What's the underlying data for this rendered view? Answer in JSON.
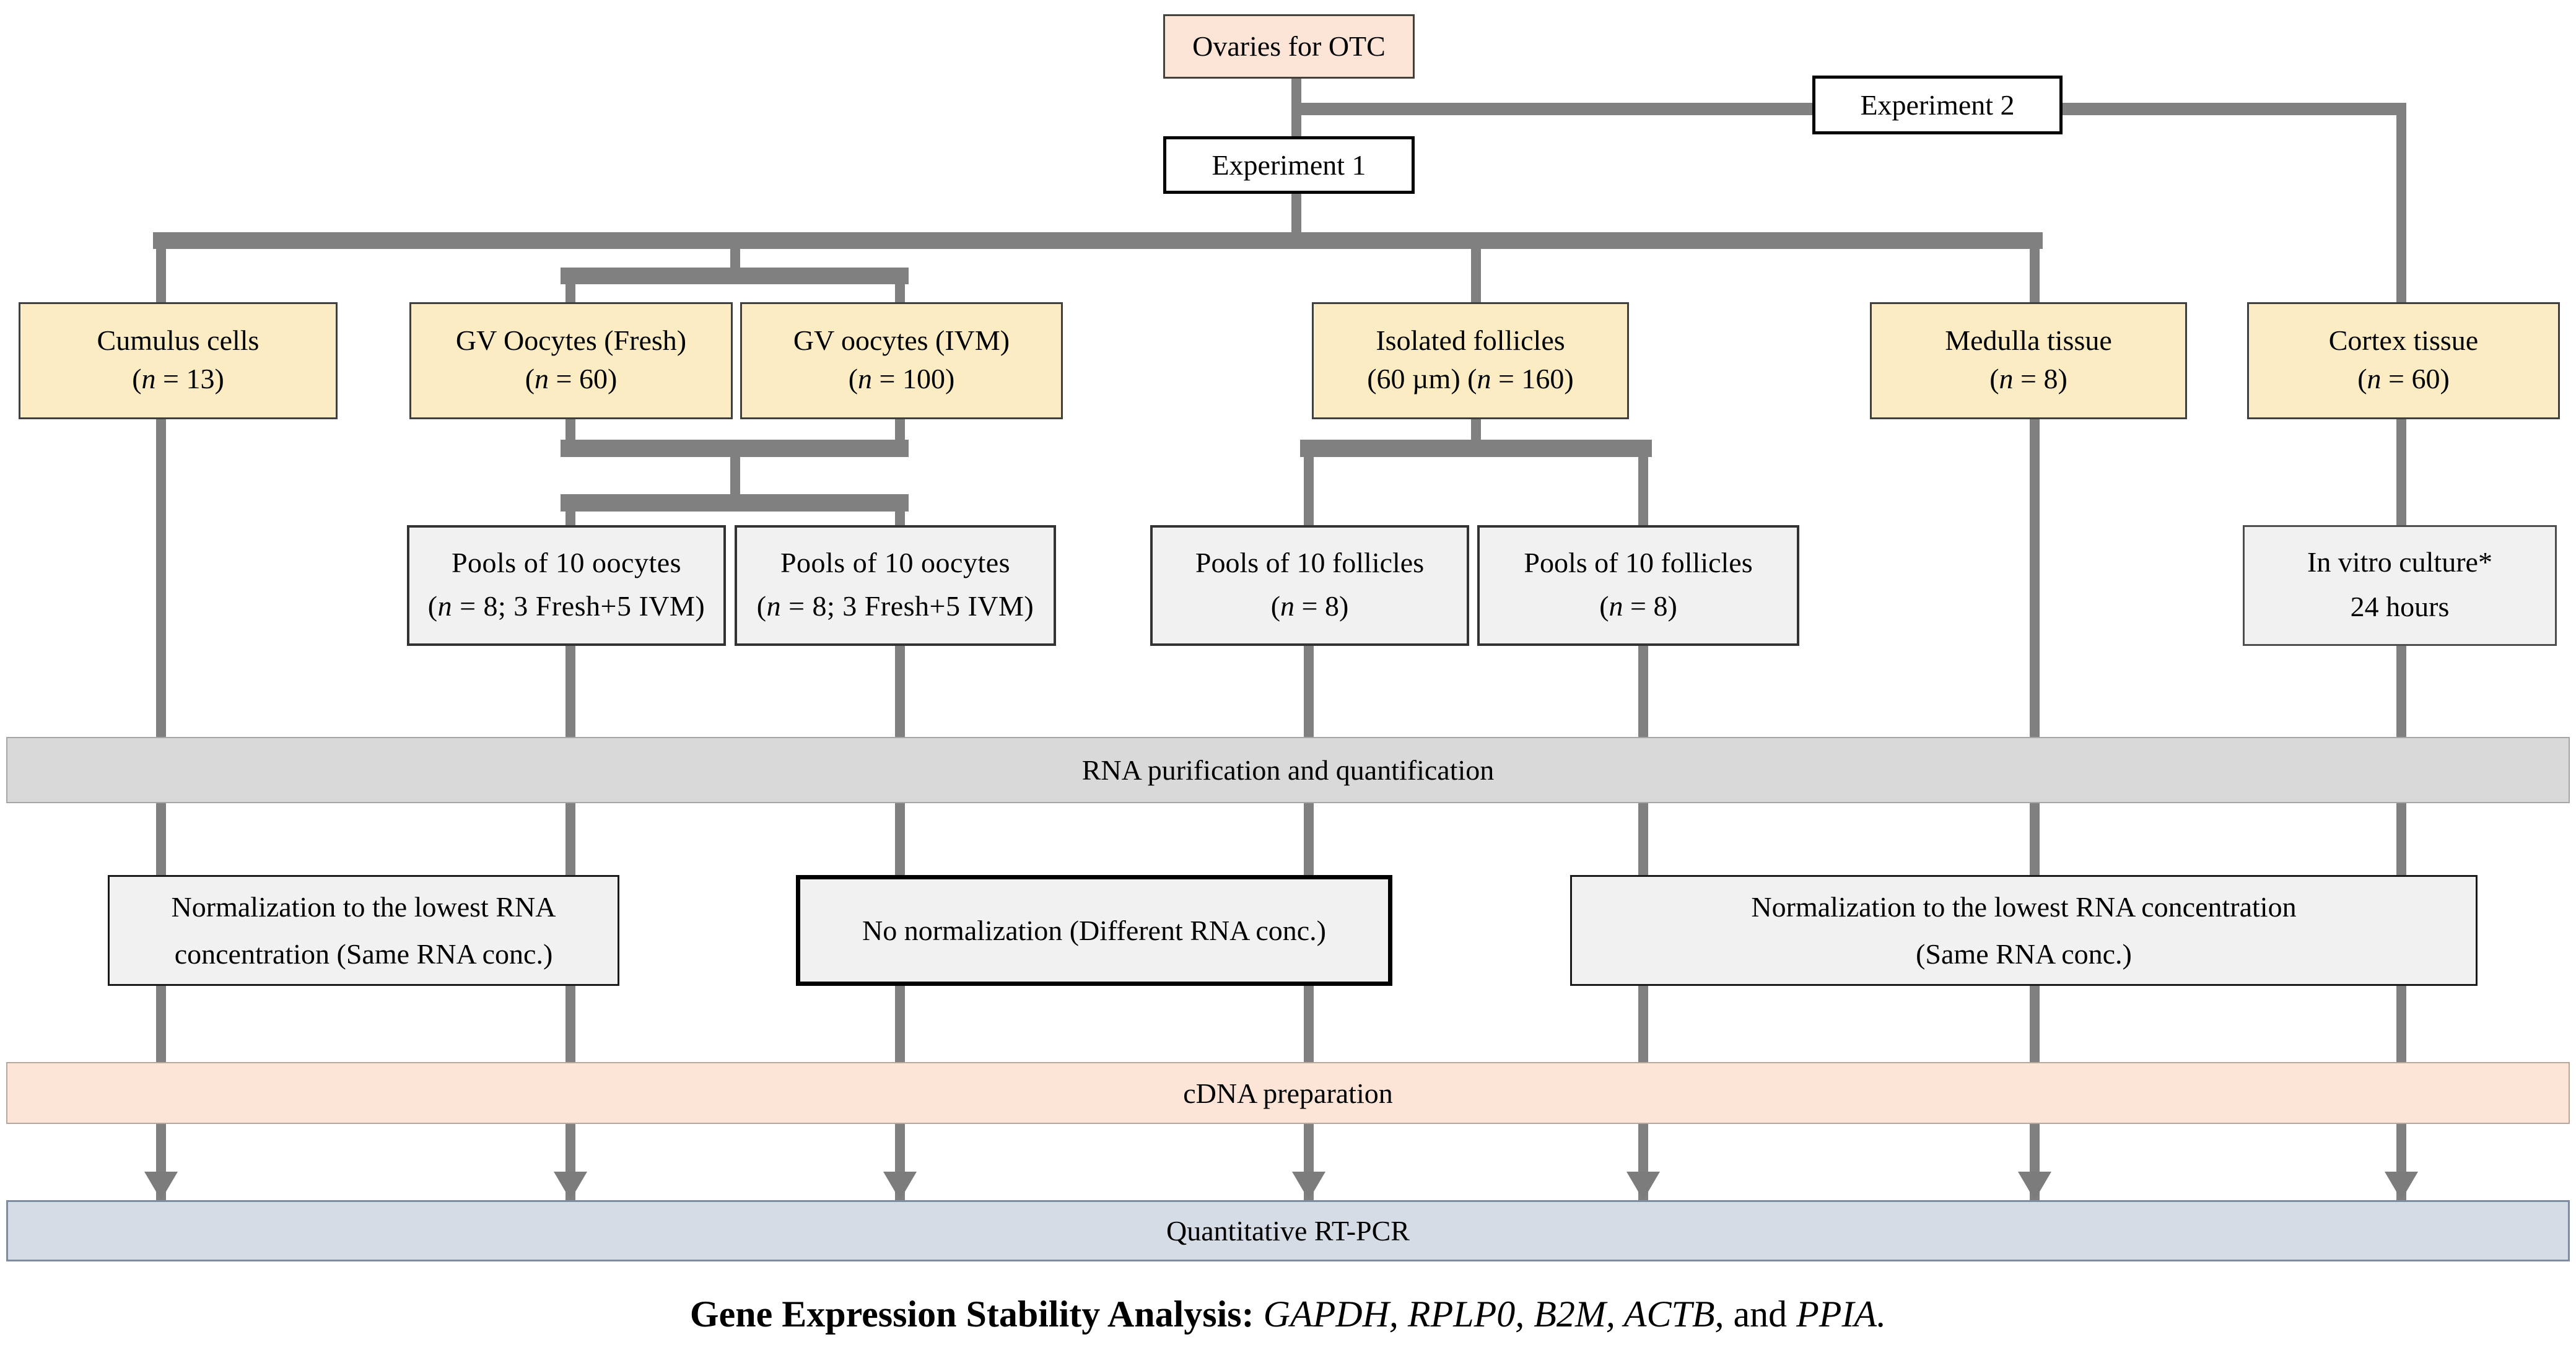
{
  "colors": {
    "peach": "#fce4d6",
    "yellow": "#fcecc3",
    "light_gray_box": "#f1f1f1",
    "gray_bar": "#d9d9d9",
    "blue_bar": "#d6dce5",
    "connector_gray": "#808080",
    "border_black": "#000000"
  },
  "top": {
    "ovaries": "Ovaries for OTC",
    "experiment1": "Experiment 1",
    "experiment2": "Experiment 2"
  },
  "samples": [
    {
      "title": "Cumulus cells",
      "n_pre": "(",
      "n_italic": "n",
      "n_post": " = 13)"
    },
    {
      "title": "GV Oocytes (Fresh)",
      "n_pre": "(",
      "n_italic": "n",
      "n_post": " = 60)"
    },
    {
      "title": "GV oocytes (IVM)",
      "n_pre": "(",
      "n_italic": "n",
      "n_post": " = 100)"
    },
    {
      "title": "Isolated follicles",
      "n_pre": "(60 µm) (",
      "n_italic": "n",
      "n_post": " = 160)"
    },
    {
      "title": "Medulla tissue",
      "n_pre": "(",
      "n_italic": "n",
      "n_post": " = 8)"
    },
    {
      "title": "Cortex tissue",
      "n_pre": "(",
      "n_italic": "n",
      "n_post": " = 60)"
    }
  ],
  "pools": [
    {
      "title": "Pools of 10 oocytes",
      "n_pre": "(",
      "n_italic": "n",
      "n_post": " = 8; 3 Fresh+5 IVM)"
    },
    {
      "title": "Pools of 10 oocytes",
      "n_pre": "(",
      "n_italic": "n",
      "n_post": " = 8; 3 Fresh+5 IVM)"
    },
    {
      "title": "Pools of 10 follicles",
      "n_pre": "(",
      "n_italic": "n",
      "n_post": " = 8)"
    },
    {
      "title": "Pools of 10 follicles",
      "n_pre": "(",
      "n_italic": "n",
      "n_post": " = 8)"
    },
    {
      "title": "In vitro culture*",
      "n_pre": "",
      "n_italic": "",
      "n_post": "24 hours"
    }
  ],
  "bars": {
    "rna": "RNA purification and quantification",
    "cdna": "cDNA preparation",
    "qpcr": "Quantitative RT-PCR"
  },
  "normalization": [
    {
      "line1": "Normalization to the lowest RNA",
      "line2": "concentration (Same RNA conc.)"
    },
    {
      "line1": "No normalization (Different RNA conc.)",
      "line2": ""
    },
    {
      "line1": "Normalization to the lowest RNA concentration",
      "line2": "(Same RNA conc.)"
    }
  ],
  "footer": {
    "bold": "Gene Expression Stability Analysis:",
    "genes1": " GAPDH, RPLP0, B2M, ACTB, ",
    "and": "and ",
    "genes2": "PPIA."
  }
}
